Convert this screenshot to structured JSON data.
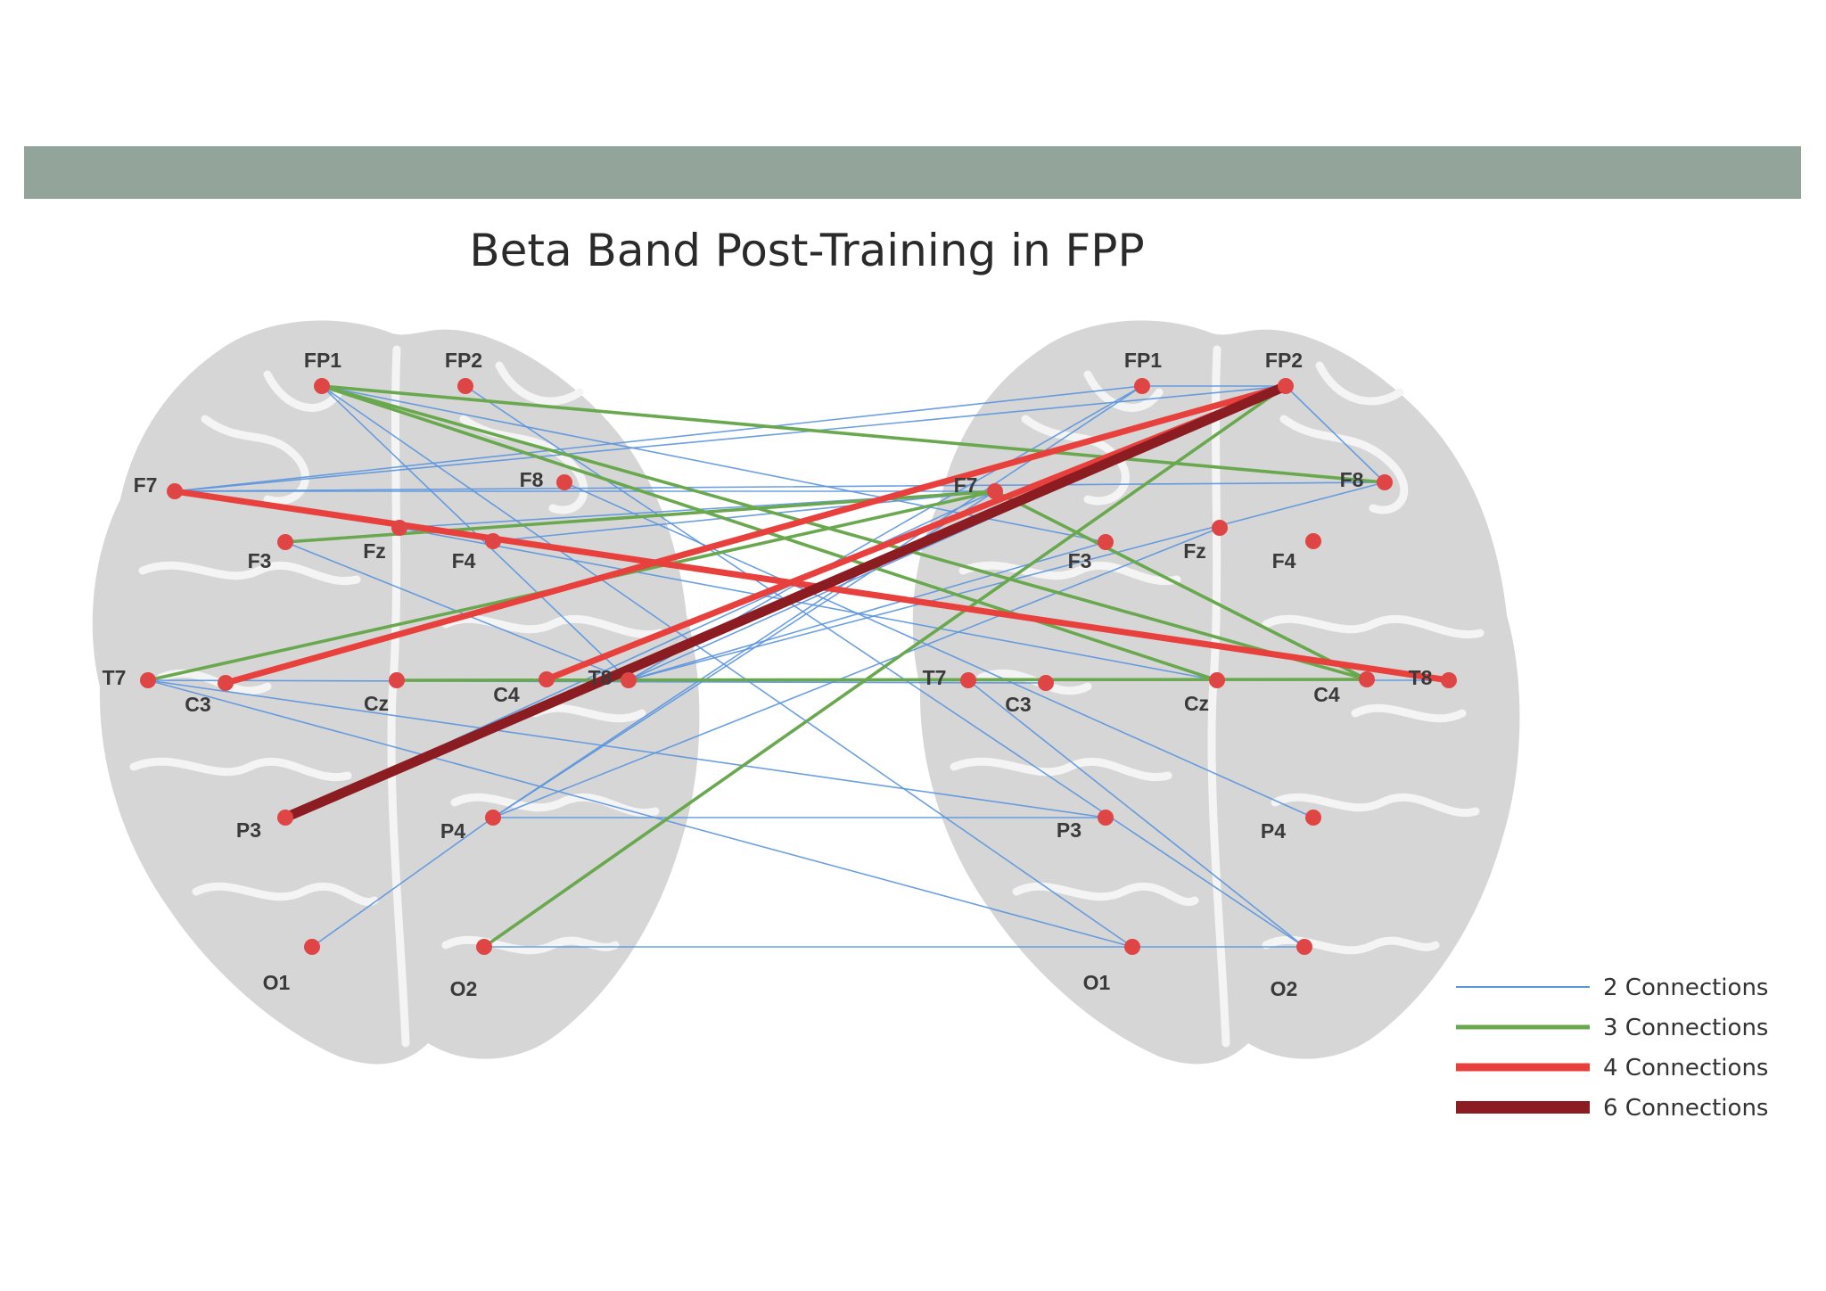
{
  "title": "Beta Band Post-Training in FPP",
  "colors": {
    "bar": "#93a59b",
    "brain": "#d6d6d6",
    "electrode": "#e04545",
    "c2": "#5b95de",
    "c3": "#6aa84f",
    "c4": "#e8403d",
    "c6": "#8b1d22"
  },
  "legend": [
    {
      "label": "2 Connections",
      "class": "c2"
    },
    {
      "label": "3 Connections",
      "class": "c3"
    },
    {
      "label": "4 Connections",
      "class": "c4"
    },
    {
      "label": "6 Connections",
      "class": "c6"
    }
  ],
  "brains": [
    {
      "id": "left",
      "electrodes": [
        {
          "id": "FP1",
          "label": "FP1"
        },
        {
          "id": "FP2",
          "label": "FP2"
        },
        {
          "id": "F7",
          "label": "F7"
        },
        {
          "id": "F8",
          "label": "F8"
        },
        {
          "id": "F3",
          "label": "F3"
        },
        {
          "id": "Fz",
          "label": "Fz"
        },
        {
          "id": "F4",
          "label": "F4"
        },
        {
          "id": "T7",
          "label": "T7"
        },
        {
          "id": "C3",
          "label": "C3"
        },
        {
          "id": "Cz",
          "label": "Cz"
        },
        {
          "id": "C4",
          "label": "C4"
        },
        {
          "id": "T8",
          "label": "T8"
        },
        {
          "id": "P3",
          "label": "P3"
        },
        {
          "id": "P4",
          "label": "P4"
        },
        {
          "id": "O1",
          "label": "O1"
        },
        {
          "id": "O2",
          "label": "O2"
        }
      ]
    },
    {
      "id": "right",
      "electrodes": [
        {
          "id": "FP1",
          "label": "FP1"
        },
        {
          "id": "FP2",
          "label": "FP2"
        },
        {
          "id": "F7",
          "label": "F7"
        },
        {
          "id": "F8",
          "label": "F8"
        },
        {
          "id": "F3",
          "label": "F3"
        },
        {
          "id": "Fz",
          "label": "Fz"
        },
        {
          "id": "F4",
          "label": "F4"
        },
        {
          "id": "T7",
          "label": "T7"
        },
        {
          "id": "C3",
          "label": "C3"
        },
        {
          "id": "Cz",
          "label": "Cz"
        },
        {
          "id": "C4",
          "label": "C4"
        },
        {
          "id": "T8",
          "label": "T8"
        },
        {
          "id": "P3",
          "label": "P3"
        },
        {
          "id": "P4",
          "label": "P4"
        },
        {
          "id": "O1",
          "label": "O1"
        },
        {
          "id": "O2",
          "label": "O2"
        }
      ]
    }
  ],
  "connections": [
    {
      "from": "L.FP1",
      "to": "R.F8",
      "class": "c3"
    },
    {
      "from": "L.FP1",
      "to": "R.Cz",
      "class": "c3"
    },
    {
      "from": "L.FP1",
      "to": "R.C4",
      "class": "c3"
    },
    {
      "from": "L.FP1",
      "to": "L.T8",
      "class": "c2"
    },
    {
      "from": "L.FP1",
      "to": "R.F3",
      "class": "c2"
    },
    {
      "from": "L.FP1",
      "to": "R.O1",
      "class": "c2"
    },
    {
      "from": "L.F7",
      "to": "R.T8",
      "class": "c4"
    },
    {
      "from": "L.F7",
      "to": "R.FP1",
      "class": "c2"
    },
    {
      "from": "L.F7",
      "to": "R.F8",
      "class": "c2"
    },
    {
      "from": "L.F7",
      "to": "R.F7",
      "class": "c2"
    },
    {
      "from": "L.F7",
      "to": "R.FP2",
      "class": "c2"
    },
    {
      "from": "L.F3",
      "to": "R.F7",
      "class": "c3"
    },
    {
      "from": "L.F3",
      "to": "L.T8",
      "class": "c2"
    },
    {
      "from": "L.Fz",
      "to": "R.F7",
      "class": "c2"
    },
    {
      "from": "L.Fz",
      "to": "R.Cz",
      "class": "c2"
    },
    {
      "from": "L.F4",
      "to": "R.F7",
      "class": "c2"
    },
    {
      "from": "L.F8",
      "to": "R.P4",
      "class": "c2"
    },
    {
      "from": "L.T7",
      "to": "R.F7",
      "class": "c3"
    },
    {
      "from": "L.T7",
      "to": "R.P3",
      "class": "c2"
    },
    {
      "from": "L.T7",
      "to": "R.O1",
      "class": "c2"
    },
    {
      "from": "L.T7",
      "to": "R.C3",
      "class": "c2"
    },
    {
      "from": "L.C3",
      "to": "R.FP2",
      "class": "c4"
    },
    {
      "from": "L.Cz",
      "to": "R.C4",
      "class": "c3"
    },
    {
      "from": "L.C4",
      "to": "R.FP2",
      "class": "c4"
    },
    {
      "from": "L.T8",
      "to": "R.T8",
      "class": "c2"
    },
    {
      "from": "L.T8",
      "to": "R.FP2",
      "class": "c2"
    },
    {
      "from": "L.T8",
      "to": "R.FP1",
      "class": "c2"
    },
    {
      "from": "L.T8",
      "to": "R.F8",
      "class": "c2"
    },
    {
      "from": "L.T8",
      "to": "R.F3",
      "class": "c2"
    },
    {
      "from": "L.P3",
      "to": "R.FP2",
      "class": "c6"
    },
    {
      "from": "L.P3",
      "to": "R.F7",
      "class": "c2"
    },
    {
      "from": "L.P4",
      "to": "R.P3",
      "class": "c2"
    },
    {
      "from": "L.P4",
      "to": "R.F7",
      "class": "c2"
    },
    {
      "from": "L.P4",
      "to": "R.FP1",
      "class": "c2"
    },
    {
      "from": "L.P4",
      "to": "R.Fz",
      "class": "c2"
    },
    {
      "from": "L.O1",
      "to": "L.P4",
      "class": "c2"
    },
    {
      "from": "L.O2",
      "to": "R.FP2",
      "class": "c3"
    },
    {
      "from": "L.O2",
      "to": "R.O2",
      "class": "c2"
    },
    {
      "from": "L.FP2",
      "to": "R.O2",
      "class": "c2"
    },
    {
      "from": "R.FP1",
      "to": "R.FP2",
      "class": "c2"
    },
    {
      "from": "R.T7",
      "to": "R.O2",
      "class": "c2"
    },
    {
      "from": "R.F7",
      "to": "R.C4",
      "class": "c3"
    },
    {
      "from": "R.FP2",
      "to": "R.F8",
      "class": "c2"
    }
  ]
}
